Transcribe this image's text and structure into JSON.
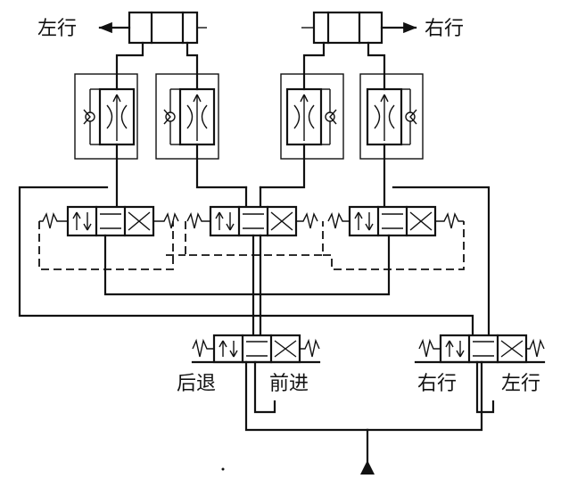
{
  "labels": {
    "top_left": "左行",
    "top_right": "右行",
    "valve_a_left": "后退",
    "valve_a_right": "前进",
    "valve_b_left": "右行",
    "valve_b_right": "左行"
  }
}
